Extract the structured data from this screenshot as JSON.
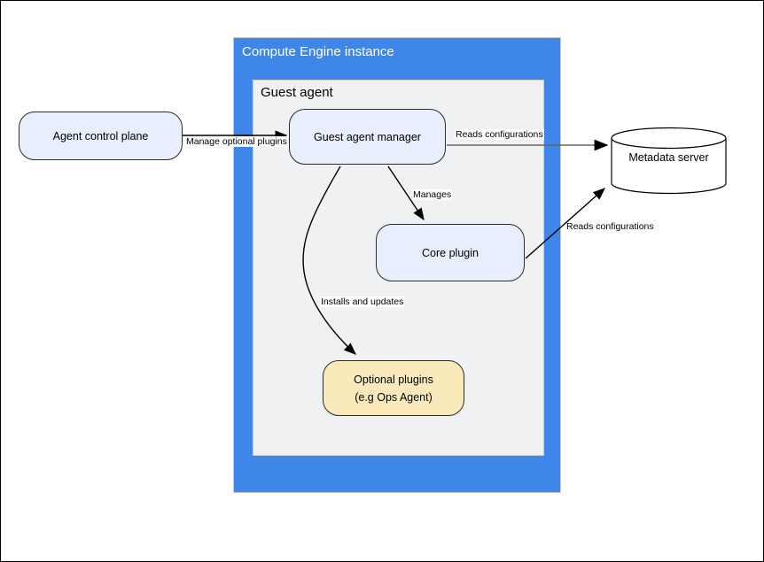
{
  "diagram": {
    "containers": {
      "compute_engine": {
        "title": "Compute Engine instance"
      },
      "guest_agent": {
        "title": "Guest agent"
      }
    },
    "nodes": {
      "agent_control_plane": {
        "label": "Agent control plane"
      },
      "guest_agent_manager": {
        "label": "Guest agent manager"
      },
      "core_plugin": {
        "label": "Core plugin"
      },
      "optional_plugins": {
        "label_line1": "Optional plugins",
        "label_line2": "(e.g  Ops Agent)"
      },
      "metadata_server": {
        "label": "Metadata server"
      }
    },
    "edges": {
      "manage_optional_plugins": {
        "label": "Manage optional plugins",
        "from": "agent_control_plane",
        "to": "guest_agent_manager"
      },
      "reads_configurations_top": {
        "label": "Reads configurations",
        "from": "guest_agent_manager",
        "to": "metadata_server"
      },
      "manages": {
        "label": "Manages",
        "from": "guest_agent_manager",
        "to": "core_plugin"
      },
      "installs_and_updates": {
        "label": "Installs and updates",
        "from": "guest_agent_manager",
        "to": "optional_plugins"
      },
      "reads_configurations_diagonal": {
        "label": "Reads configurations",
        "from": "core_plugin",
        "to": "metadata_server"
      }
    },
    "colors": {
      "container_blue": "#3e87e8",
      "container_gray_fill": "#f0f1f3",
      "node_blue_fill": "#e8eefb",
      "node_yellow_fill": "#f9e9bb",
      "node_border": "#2d2d2d",
      "edge_black": "#000000",
      "edge_gray": "#666666",
      "title_on_blue": "#ffffff"
    }
  }
}
